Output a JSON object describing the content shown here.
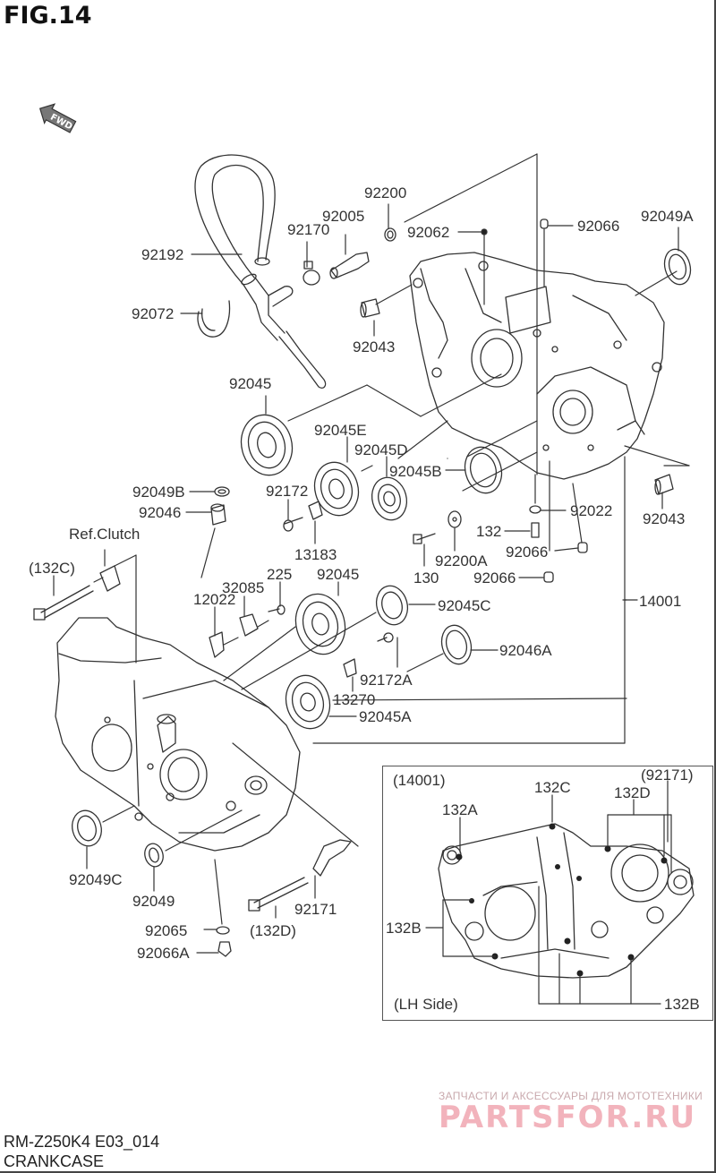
{
  "figure": {
    "title": "FIG.14",
    "direction_marker": "FWD"
  },
  "parts_labels": {
    "p92200": "92200",
    "p92005": "92005",
    "p92170": "92170",
    "p92192": "92192",
    "p92062": "92062",
    "p92066_top": "92066",
    "p92049A": "92049A",
    "p92072": "92072",
    "p92043_top": "92043",
    "p92045_top": "92045",
    "p92045E": "92045E",
    "p92045D": "92045D",
    "p92045B": "92045B",
    "p92049B": "92049B",
    "p92046": "92046",
    "p92172": "92172",
    "p13183": "13183",
    "p132": "132",
    "p92022": "92022",
    "p92066_mid1": "92066",
    "p92066_mid2": "92066",
    "p92043_right": "92043",
    "p130": "130",
    "p92200A": "92200A",
    "ref_clutch": "Ref.Clutch",
    "p132C_paren": "(132C)",
    "p32085": "32085",
    "p225": "225",
    "p12022": "12022",
    "p92045_mid": "92045",
    "p92045C": "92045C",
    "p14001": "14001",
    "p92046A": "92046A",
    "p92172A": "92172A",
    "p13270": "13270",
    "p92045A": "92045A",
    "p92049C": "92049C",
    "p92049": "92049",
    "p92065": "92065",
    "p132D_paren": "(132D)",
    "p92171": "92171",
    "p92066A": "92066A"
  },
  "inset": {
    "part_ref": "(14001)",
    "bolt_132A": "132A",
    "bolt_132C": "132C",
    "bolt_132D": "132D",
    "ref_92171": "(92171)",
    "bolt_132B_left": "132B",
    "bolt_132B_right": "132B",
    "side": "(LH Side)"
  },
  "footer": {
    "model_code": "RM-Z250K4 E03_014",
    "section_name": "CRANKCASE"
  },
  "watermark": {
    "tagline": "ЗАПЧАСТИ И АКСЕССУАРЫ ДЛЯ МОТОТЕХНИКИ",
    "brand": "PARTSFOR.RU",
    "colors": {
      "tagline": "#c9a9ad",
      "brand": "#f2b3bc"
    }
  }
}
